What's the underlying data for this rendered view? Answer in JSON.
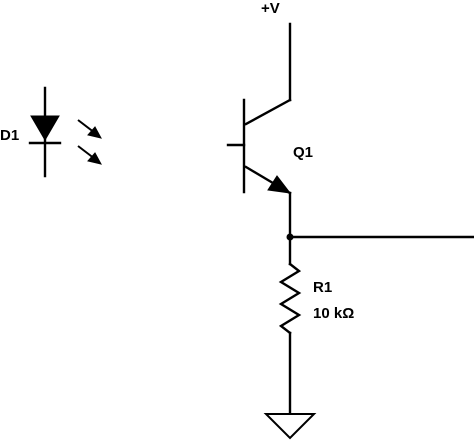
{
  "diagram": {
    "supply_label": "+V",
    "led": {
      "ref": "D1"
    },
    "transistor": {
      "ref": "Q1"
    },
    "resistor": {
      "ref": "R1",
      "value": "10 kΩ"
    }
  }
}
